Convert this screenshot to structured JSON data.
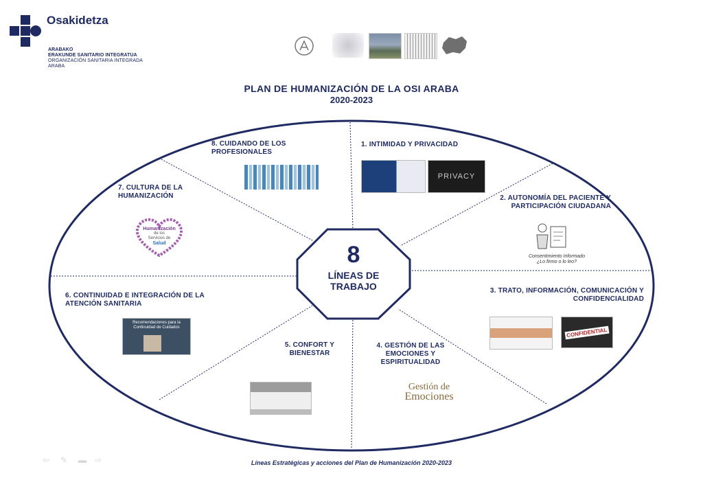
{
  "brand": {
    "name": "Osakidetza",
    "org_line1": "ARABAKO",
    "org_line2": "ERAKUNDE SANITARIO INTEGRATUA",
    "org_line3": "ORGANIZACIÓN SANITARIA INTEGRADA",
    "org_line4": "ARABA"
  },
  "title": "PLAN DE HUMANIZACIÓN  DE LA OSI ARABA",
  "subtitle": "2020-2023",
  "center": {
    "number": "8",
    "line1": "LÍNEAS DE",
    "line2": "TRABAJO"
  },
  "segments": {
    "s1": "1. INTIMIDAD  Y PRIVACIDAD",
    "s2": "2. AUTONOMÍA DEL PACIENTE Y PARTICIPACIÓN CIUDADANA",
    "s3": "3. TRATO, INFORMACIÓN, COMUNICACIÓN Y CONFIDENCIALIDAD",
    "s4": "4. GESTIÓN DE LAS EMOCIONES Y ESPIRITUALIDAD",
    "s5": "5. CONFORT Y BIENESTAR",
    "s6": "6. CONTINUIDAD E INTEGRACIÓN DE LA ATENCIÓN SANITARIA",
    "s7": "7. CULTURA DE LA HUMANIZACIÓN",
    "s8": "8. CUIDANDO DE LOS PROFESIONALES"
  },
  "image_text": {
    "privacy": "PRIVACY",
    "consent1": "Consentimiento Informado",
    "consent2": "¿Lo firmo o lo leo?",
    "confidential": "CONFIDENTIAL",
    "emociones1": "Gestión de",
    "emociones2": "Emociones",
    "recom1": "Recomendaciones para la",
    "recom2": "Continuidad de Cuidados",
    "heart1": "Humanización",
    "heart2": "de los",
    "heart3": "Servicios de",
    "heart4": "Salud"
  },
  "footer": "Líneas Estratégicas  y acciones del Plan de Humanización  2020-2023",
  "colors": {
    "navy": "#1f2a63",
    "border": "#1f2a63"
  }
}
